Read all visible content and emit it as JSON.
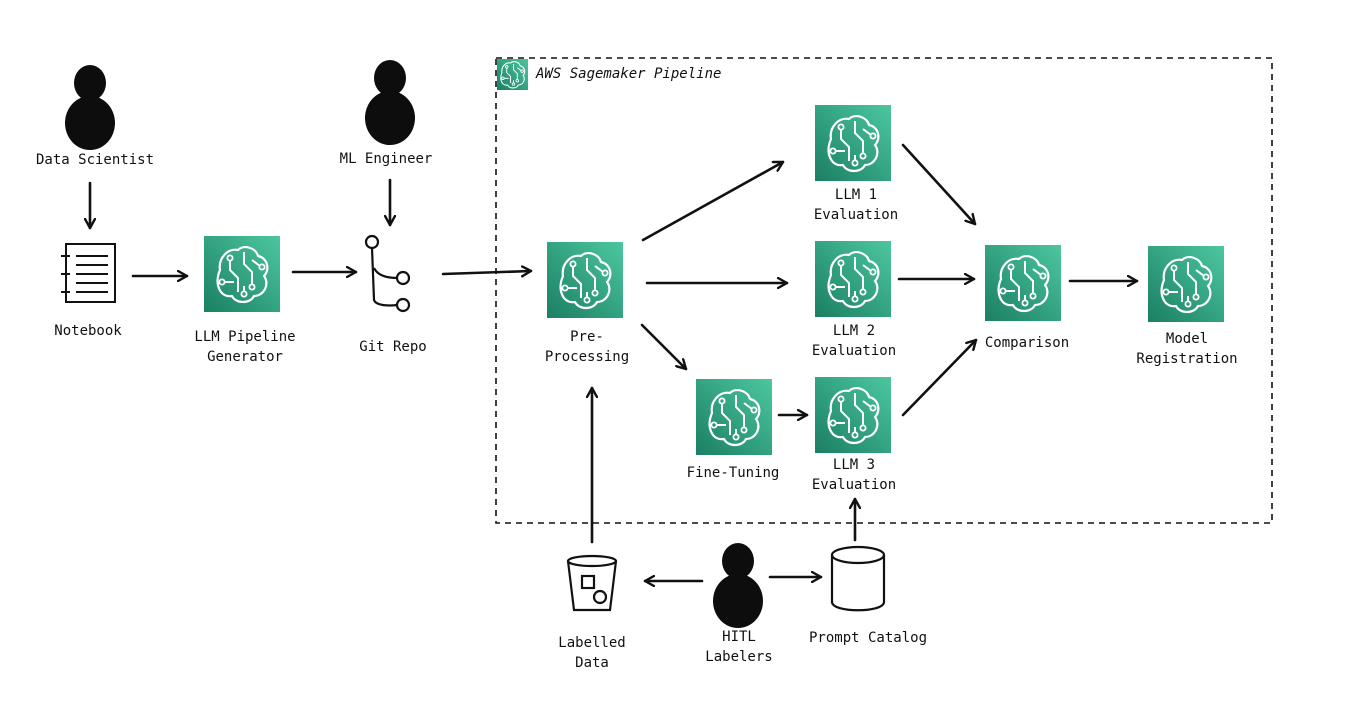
{
  "pipeline": {
    "title": "AWS Sagemaker Pipeline",
    "icon": "sagemaker-brain-icon",
    "accent": "#1f8a6e",
    "accent_light": "#48c49e"
  },
  "actors": {
    "data_scientist": "Data Scientist",
    "ml_engineer": "ML Engineer",
    "hitl_line1": "HITL",
    "hitl_line2": "Labelers"
  },
  "nodes": {
    "notebook": "Notebook",
    "pipeline_generator_line1": "LLM Pipeline",
    "pipeline_generator_line2": "Generator",
    "git_repo": "Git Repo",
    "preprocessing_line1": "Pre-",
    "preprocessing_line2": "Processing",
    "llm1_line1": "LLM 1",
    "llm1_line2": "Evaluation",
    "llm2_line1": "LLM 2",
    "llm2_line2": "Evaluation",
    "llm3_line1": "LLM 3",
    "llm3_line2": "Evaluation",
    "fine_tuning": "Fine-Tuning",
    "comparison": "Comparison",
    "model_registration_line1": "Model",
    "model_registration_line2": "Registration",
    "labelled_data_line1": "Labelled",
    "labelled_data_line2": "Data",
    "prompt_catalog": "Prompt Catalog"
  }
}
